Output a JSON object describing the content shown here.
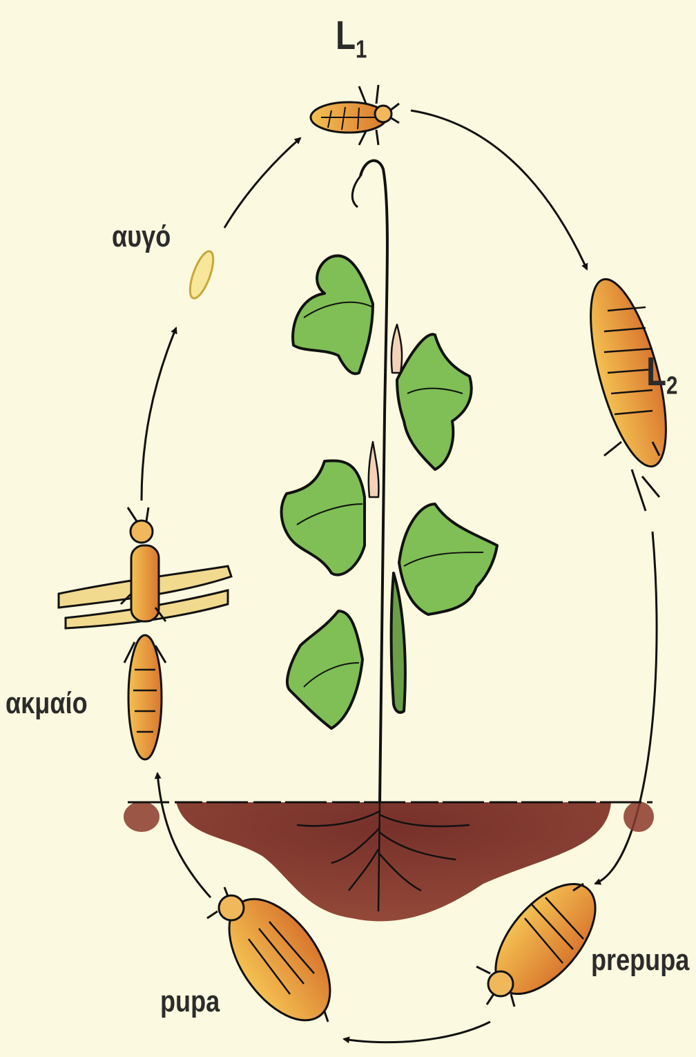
{
  "stages": {
    "l1": {
      "letter": "L",
      "sub": "1"
    },
    "l2": {
      "letter": "L",
      "sub": "2"
    },
    "egg": "αυγό",
    "adult": "ακμαίο",
    "pupa": "pupa",
    "prepupa": "prepupa"
  },
  "colors": {
    "background": "#fbf9df",
    "leaf": "#7fbf55",
    "soil": "#7a2a22",
    "insect": "#e59a3a",
    "outline": "#111111"
  }
}
